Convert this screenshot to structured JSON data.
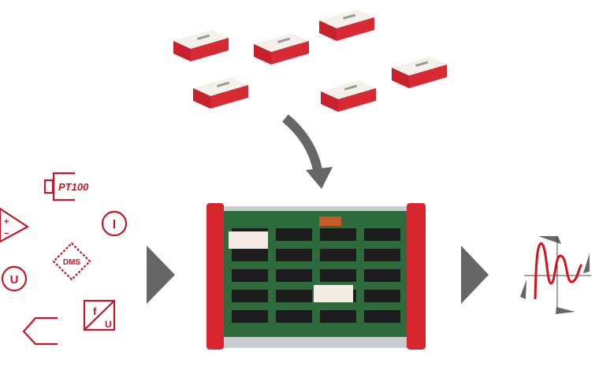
{
  "sensors": {
    "pt100": "PT100",
    "current": "I",
    "bridge": "DMS",
    "voltage": "U",
    "converter_top": "f",
    "converter_bottom": "U",
    "amp_plus": "+",
    "amp_minus": "−"
  },
  "colors": {
    "accent": "#c0182a",
    "board": "#2e6b3c",
    "arrow": "#666666"
  }
}
